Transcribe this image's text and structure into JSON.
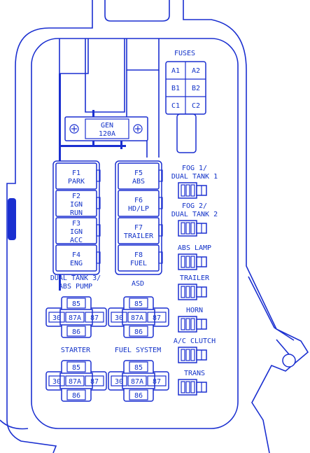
{
  "fuses_header": "FUSES",
  "minifuses": [
    [
      "A1",
      "A2"
    ],
    [
      "B1",
      "B2"
    ],
    [
      "C1",
      "C2"
    ]
  ],
  "gen_fuse": {
    "name": "GEN",
    "rating": "120A"
  },
  "left_fuses": [
    {
      "num": "F1",
      "desc": "PARK"
    },
    {
      "num": "F2",
      "desc": "IGN\nRUN"
    },
    {
      "num": "F3",
      "desc": "IGN\nACC"
    },
    {
      "num": "F4",
      "desc": "ENG"
    }
  ],
  "right_fuses": [
    {
      "num": "F5",
      "desc": "ABS"
    },
    {
      "num": "F6",
      "desc": "HD/LP"
    },
    {
      "num": "F7",
      "desc": "TRAILER"
    },
    {
      "num": "F8",
      "desc": "FUEL"
    }
  ],
  "relays": [
    {
      "label": "DUAL TANK 3/\nABS PUMP",
      "pins": [
        "85",
        "30",
        "87A",
        "87",
        "86"
      ]
    },
    {
      "label": "ASD",
      "pins": [
        "85",
        "30",
        "87A",
        "87",
        "86"
      ]
    },
    {
      "label": "STARTER",
      "pins": [
        "85",
        "30",
        "87A",
        "87",
        "86"
      ]
    },
    {
      "label": "FUEL SYSTEM",
      "pins": [
        "85",
        "30",
        "87A",
        "87",
        "86"
      ]
    }
  ],
  "micro_relays": [
    {
      "label": "FOG 1/\nDUAL TANK 1"
    },
    {
      "label": "FOG 2/\nDUAL TANK 2"
    },
    {
      "label": "ABS LAMP"
    },
    {
      "label": "TRAILER"
    },
    {
      "label": "HORN"
    },
    {
      "label": "A/C CLUTCH"
    },
    {
      "label": "TRANS"
    }
  ],
  "colors": {
    "line": "#1a2fd0",
    "text": "#1232c8",
    "background": "#ffffff"
  }
}
